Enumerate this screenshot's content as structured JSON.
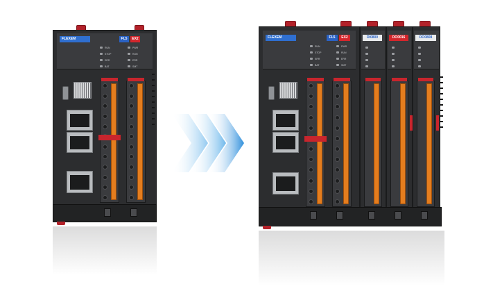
{
  "image": {
    "description_free": true,
    "brand_logo_text": "FLEXEM",
    "left_device": {
      "badges": [
        "FL5",
        "EX2"
      ],
      "led_labels_left": [
        "RUN",
        "STOP",
        "ERR",
        "BAT"
      ],
      "led_labels_right": [
        "PWR",
        "RUN",
        "ERR",
        "SMT"
      ]
    },
    "right_device": {
      "badges": [
        "FL5",
        "EX2"
      ],
      "led_labels_left": [
        "RUN",
        "STOP",
        "ERR",
        "BAT"
      ],
      "led_labels_right": [
        "PWR",
        "RUN",
        "ERR",
        "SMT"
      ],
      "modules": [
        {
          "label": "DI0800",
          "color": "white"
        },
        {
          "label": "DO0016",
          "color": "red"
        },
        {
          "label": "DO0808",
          "color": "white"
        }
      ]
    },
    "colors": {
      "device_body": "#2c2d2f",
      "accent_red": "#c8252d",
      "terminal_orange": "#e47d1e",
      "arrow_blue": "#4aa6e6"
    },
    "icons": [
      "right-arrow-chevron-icon",
      "rj45-port-icon",
      "usb-port-icon",
      "qr-code-icon"
    ]
  }
}
